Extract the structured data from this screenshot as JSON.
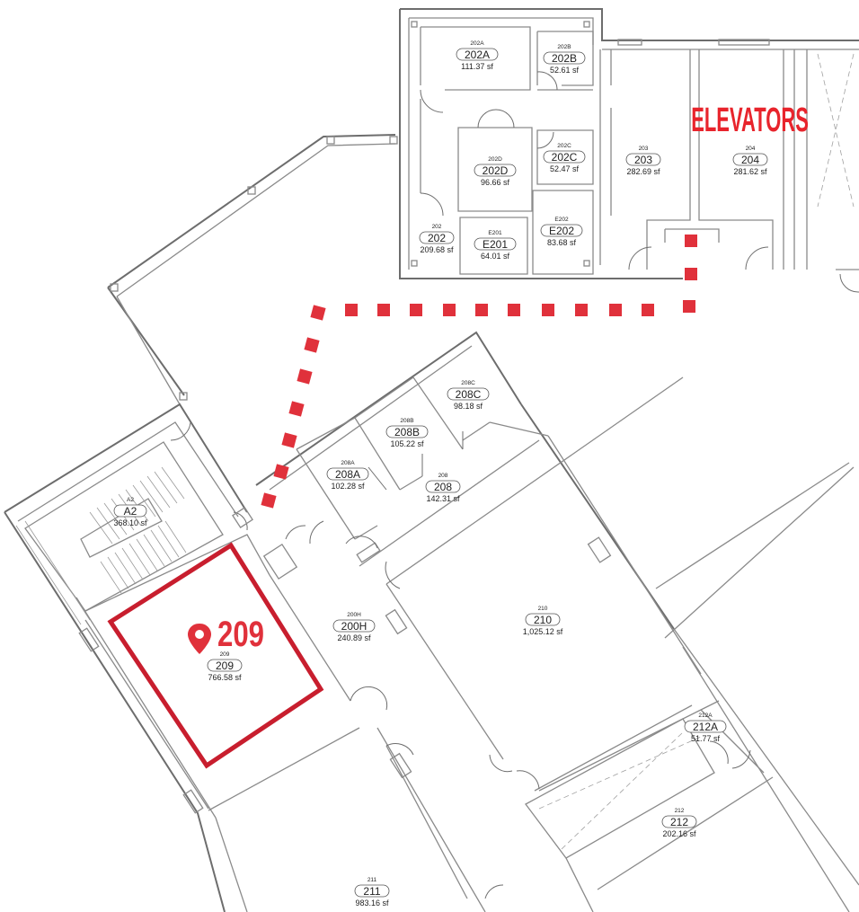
{
  "map_title": "",
  "elevators_label": "ELEVATORS",
  "highlight": {
    "room": "209",
    "pin": "map-pin-icon",
    "color": "#c81e2e"
  },
  "route_color": "#e0313b",
  "rooms": [
    {
      "id": "202A",
      "tag": "202A",
      "name": "202A",
      "area": "111.37 sf"
    },
    {
      "id": "202B",
      "tag": "202B",
      "name": "202B",
      "area": "52.61 sf"
    },
    {
      "id": "202D",
      "tag": "202D",
      "name": "202D",
      "area": "96.66 sf"
    },
    {
      "id": "202C",
      "tag": "202C",
      "name": "202C",
      "area": "52.47 sf"
    },
    {
      "id": "203",
      "tag": "203",
      "name": "203",
      "area": "282.69 sf"
    },
    {
      "id": "204",
      "tag": "204",
      "name": "204",
      "area": "281.62 sf"
    },
    {
      "id": "202",
      "tag": "202",
      "name": "202",
      "area": "209.68 sf"
    },
    {
      "id": "E201",
      "tag": "E201",
      "name": "E201",
      "area": "64.01 sf"
    },
    {
      "id": "E202",
      "tag": "E202",
      "name": "E202",
      "area": "83.68 sf"
    },
    {
      "id": "208C",
      "tag": "208C",
      "name": "208C",
      "area": "98.18 sf"
    },
    {
      "id": "208B",
      "tag": "208B",
      "name": "208B",
      "area": "105.22 sf"
    },
    {
      "id": "208A",
      "tag": "208A",
      "name": "208A",
      "area": "102.28 sf"
    },
    {
      "id": "208",
      "tag": "208",
      "name": "208",
      "area": "142.31 sf"
    },
    {
      "id": "A2",
      "tag": "A2",
      "name": "A2",
      "area": "368.10 sf"
    },
    {
      "id": "200H",
      "tag": "200H",
      "name": "200H",
      "area": "240.89 sf"
    },
    {
      "id": "210",
      "tag": "210",
      "name": "210",
      "area": "1,025.12 sf"
    },
    {
      "id": "209",
      "tag": "209",
      "name": "209",
      "area": "766.58 sf"
    },
    {
      "id": "212A",
      "tag": "212A",
      "name": "212A",
      "area": "51.77 sf"
    },
    {
      "id": "212",
      "tag": "212",
      "name": "212",
      "area": "202.16 sf"
    },
    {
      "id": "211",
      "tag": "211",
      "name": "211",
      "area": "983.16 sf"
    }
  ]
}
